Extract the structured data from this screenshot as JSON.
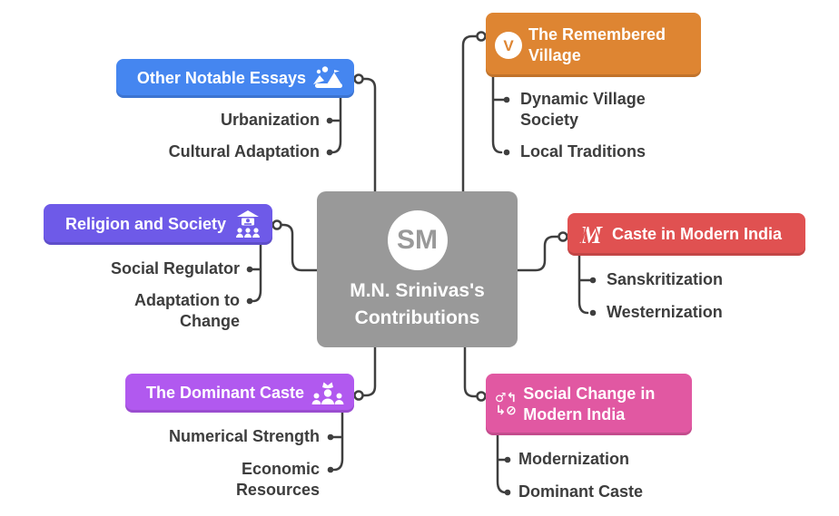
{
  "center": {
    "badge": "SM",
    "label": "M.N. Srinivas's Contributions",
    "color": "#999999"
  },
  "line_color": "#3f3f3f",
  "child_text_color": "#3d3d3d",
  "branches": [
    {
      "label": "The Remembered Village",
      "color": "#de8532",
      "icon": "v-badge-icon",
      "children": [
        {
          "label": "Dynamic Village Society"
        },
        {
          "label": "Local Traditions"
        }
      ]
    },
    {
      "label": "Caste in Modern India",
      "color": "#e05151",
      "icon": "m-monogram-icon",
      "children": [
        {
          "label": "Sanskritization"
        },
        {
          "label": "Westernization"
        }
      ]
    },
    {
      "label": "Social Change in Modern India",
      "color": "#e158a2",
      "icon": "gender-arrows-icon",
      "children": [
        {
          "label": "Modernization"
        },
        {
          "label": "Dominant Caste"
        }
      ]
    },
    {
      "label": "The Dominant Caste",
      "color": "#b159ef",
      "icon": "users-crown-icon",
      "children": [
        {
          "label": "Numerical Strength"
        },
        {
          "label": "Economic Resources"
        }
      ]
    },
    {
      "label": "Religion and Society",
      "color": "#6e5ae8",
      "icon": "institution-people-icon",
      "children": [
        {
          "label": "Social Regulator"
        },
        {
          "label": "Adaptation to Change"
        }
      ]
    },
    {
      "label": "Other Notable Essays",
      "color": "#4586f0",
      "icon": "landscape-icon",
      "children": [
        {
          "label": "Urbanization"
        },
        {
          "label": "Cultural Adaptation"
        }
      ]
    }
  ]
}
